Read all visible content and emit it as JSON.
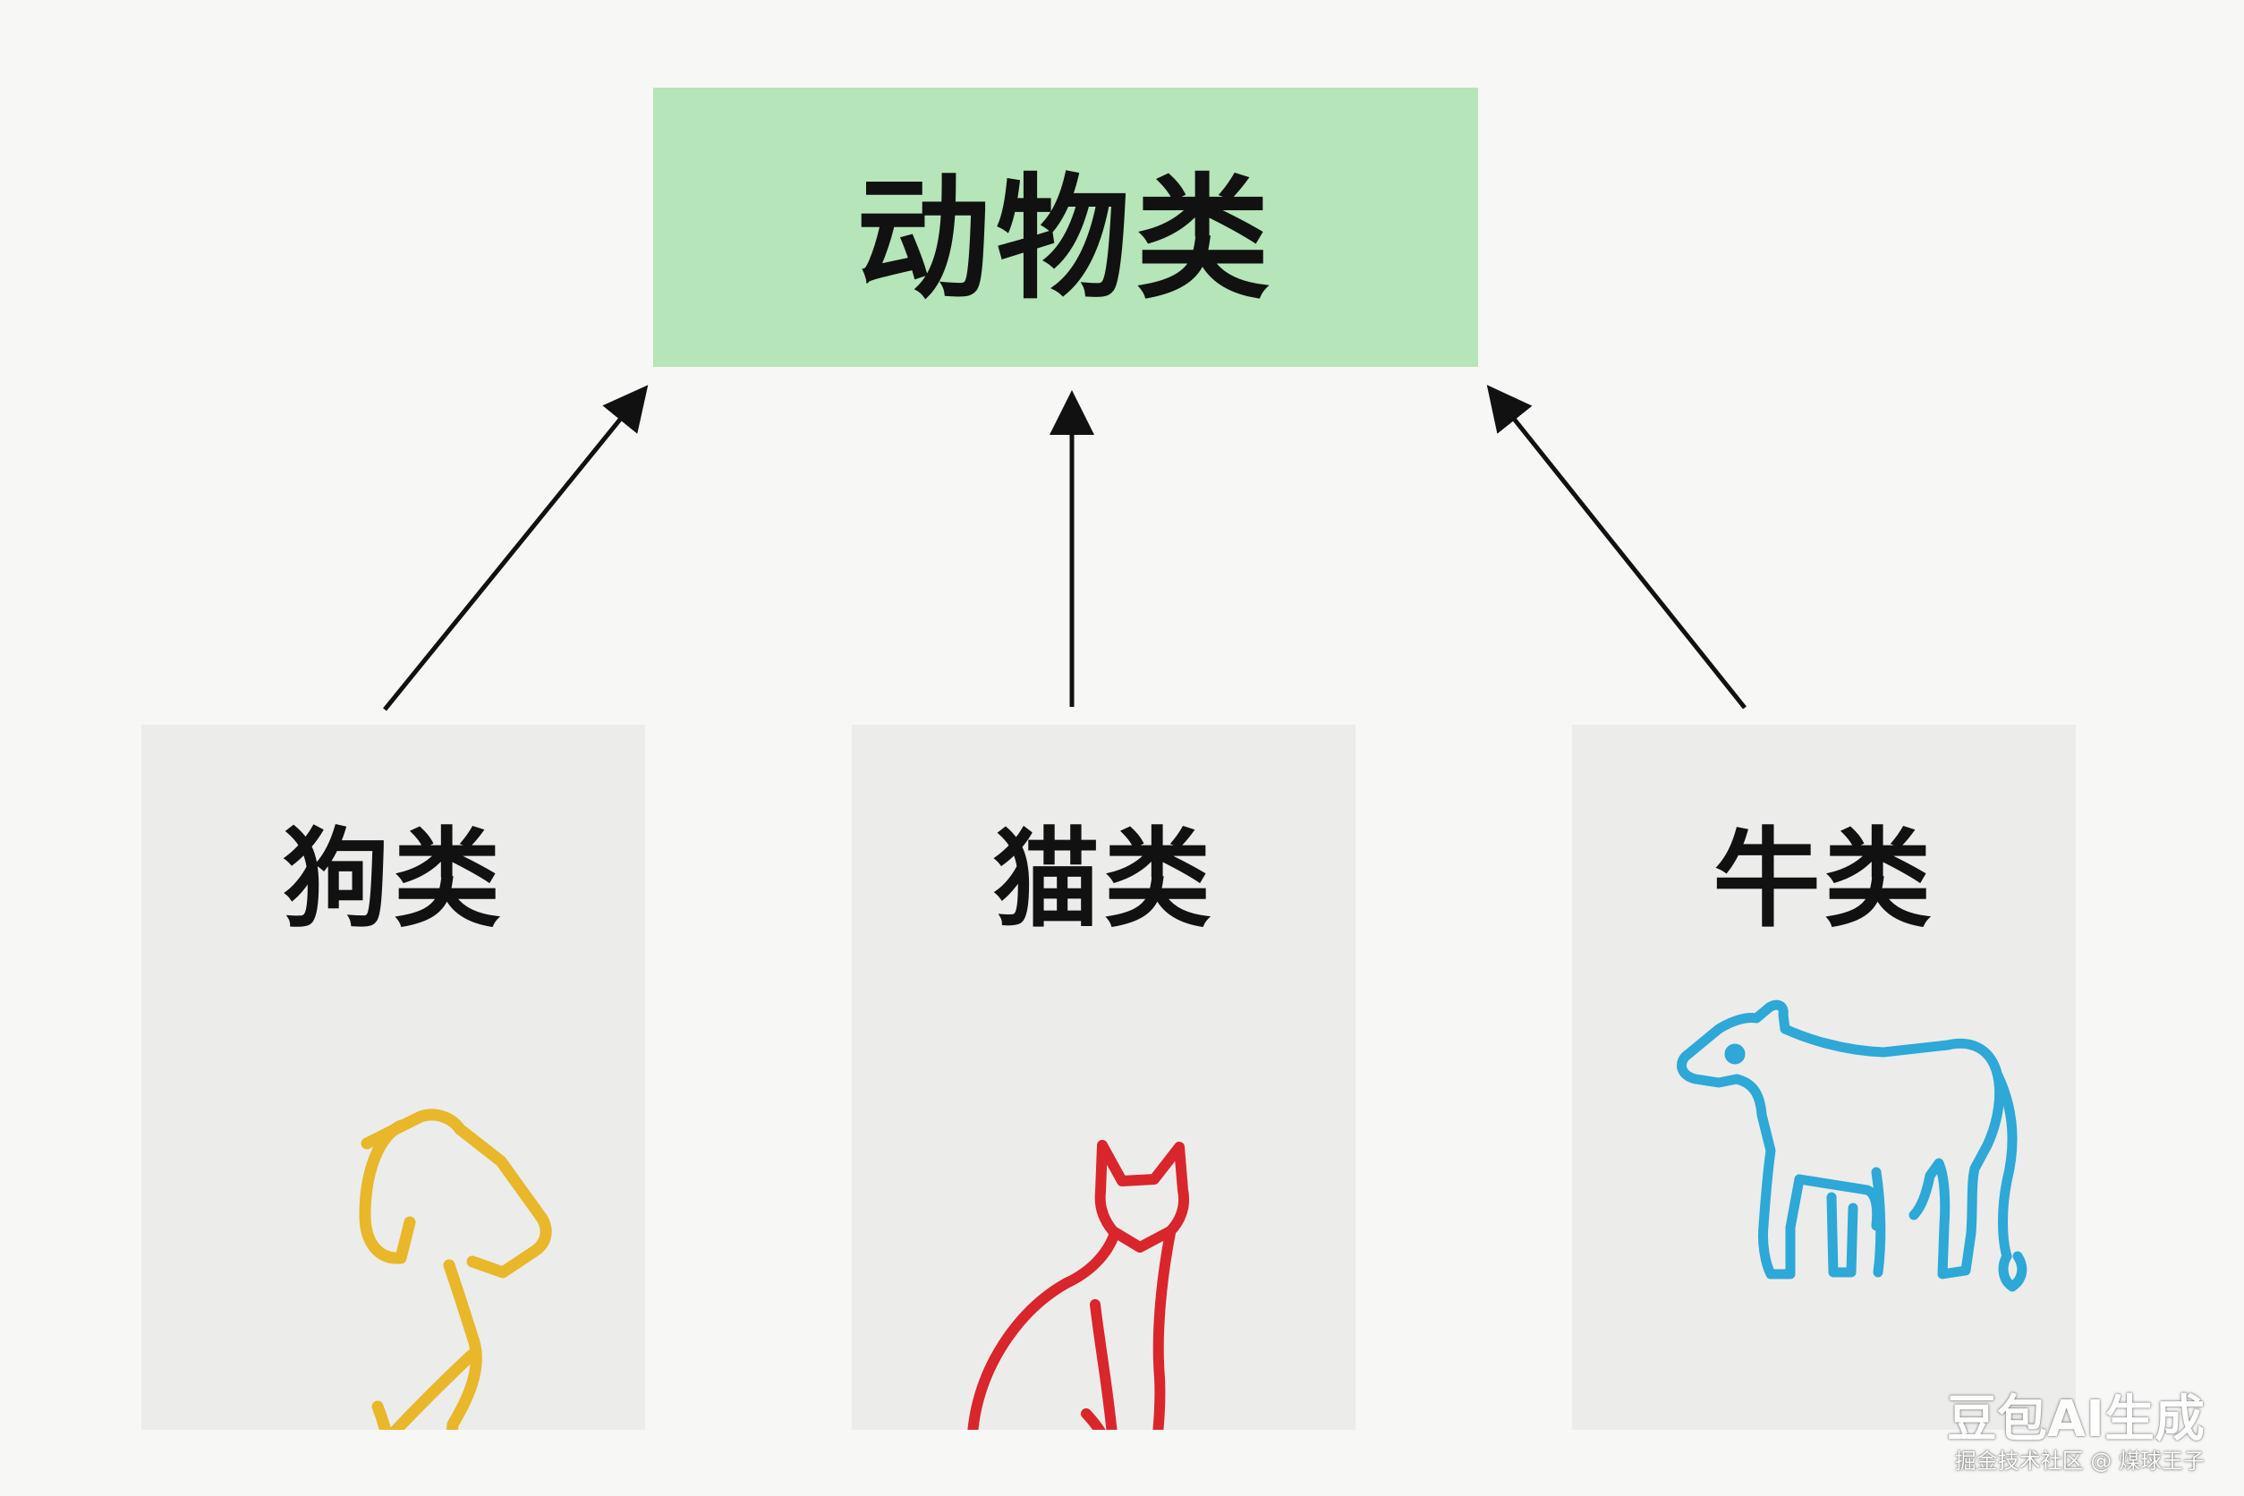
{
  "parent": {
    "label": "动物类",
    "color": "#b5e5b8"
  },
  "children": [
    {
      "id": "dog",
      "label": "狗类",
      "icon": "dog-icon",
      "color": "#e8b72a"
    },
    {
      "id": "cat",
      "label": "猫类",
      "icon": "cat-icon",
      "color": "#d9262c"
    },
    {
      "id": "cow",
      "label": "牛类",
      "icon": "cow-icon",
      "color": "#2ea8d6"
    }
  ],
  "watermark": {
    "main": "豆包AI生成",
    "sub": "掘金技术社区 @ 煤球王子"
  }
}
